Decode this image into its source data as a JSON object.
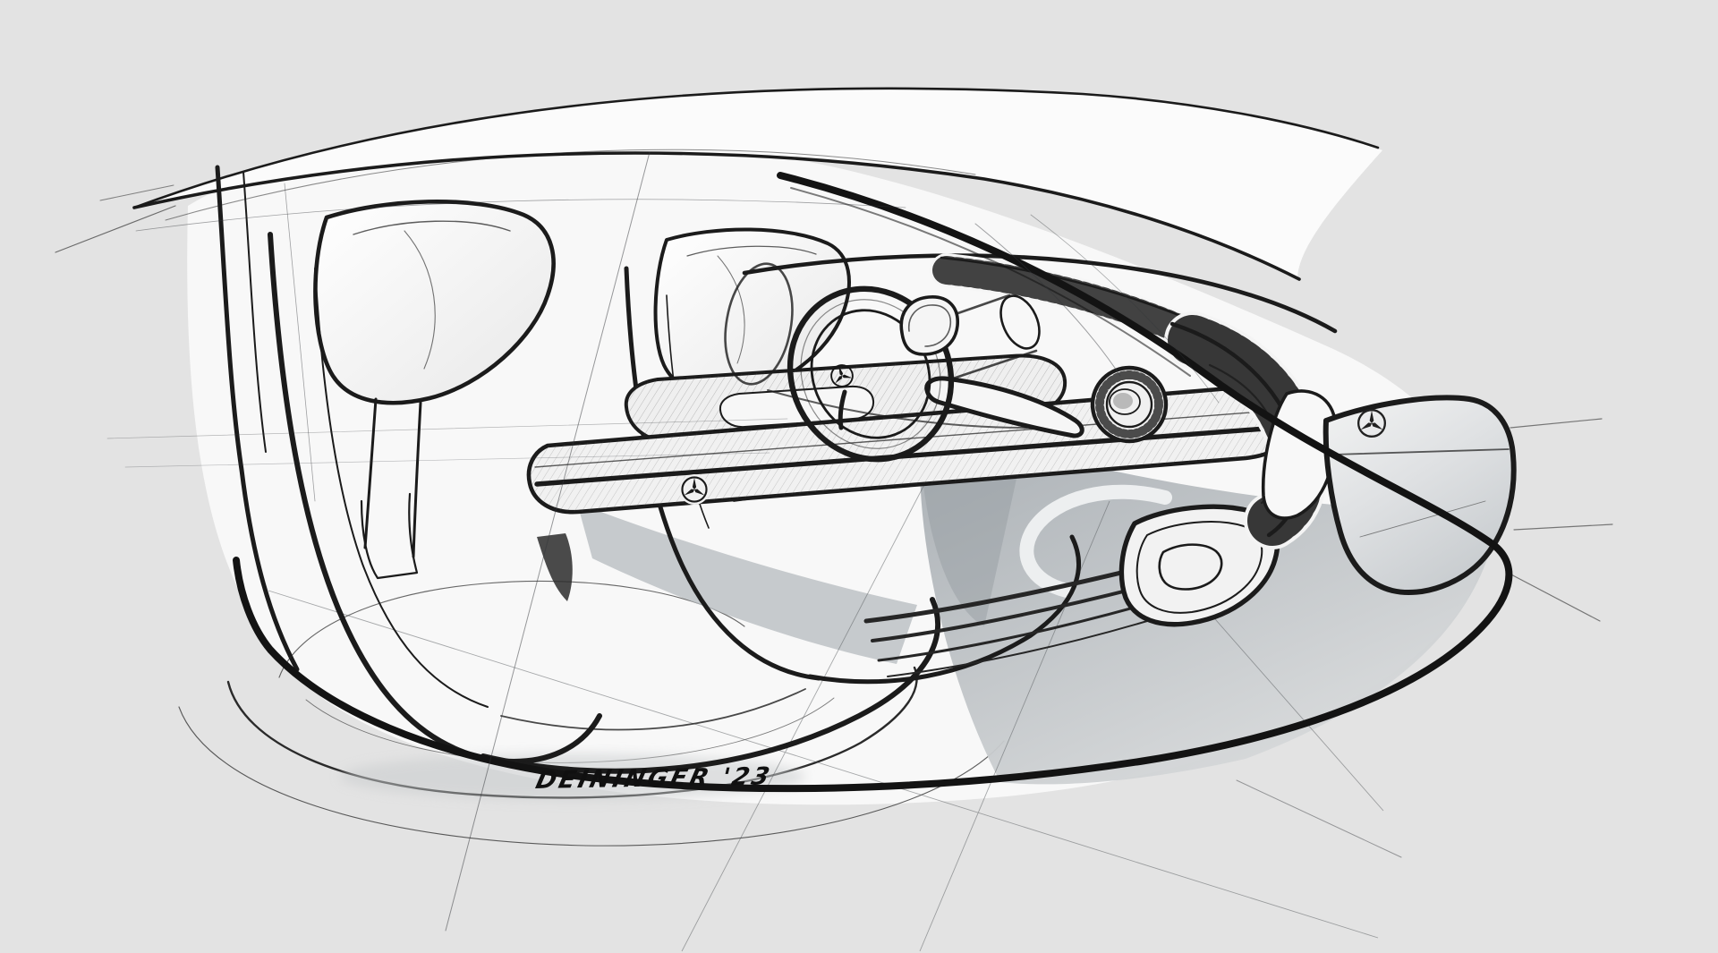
{
  "artwork": {
    "signature": "DEININGER '23",
    "icons": [
      {
        "name": "mercedes-star-icon",
        "location": "sill-rail"
      },
      {
        "name": "mercedes-star-icon",
        "location": "steering-wheel-hub"
      },
      {
        "name": "mercedes-star-icon",
        "location": "dashboard-display-panel"
      }
    ],
    "colors": {
      "background": "#e3e3e3",
      "ink": "#1a1a1a",
      "paper_white": "#fafafa",
      "floor_shadow": "#aab0b4"
    }
  }
}
